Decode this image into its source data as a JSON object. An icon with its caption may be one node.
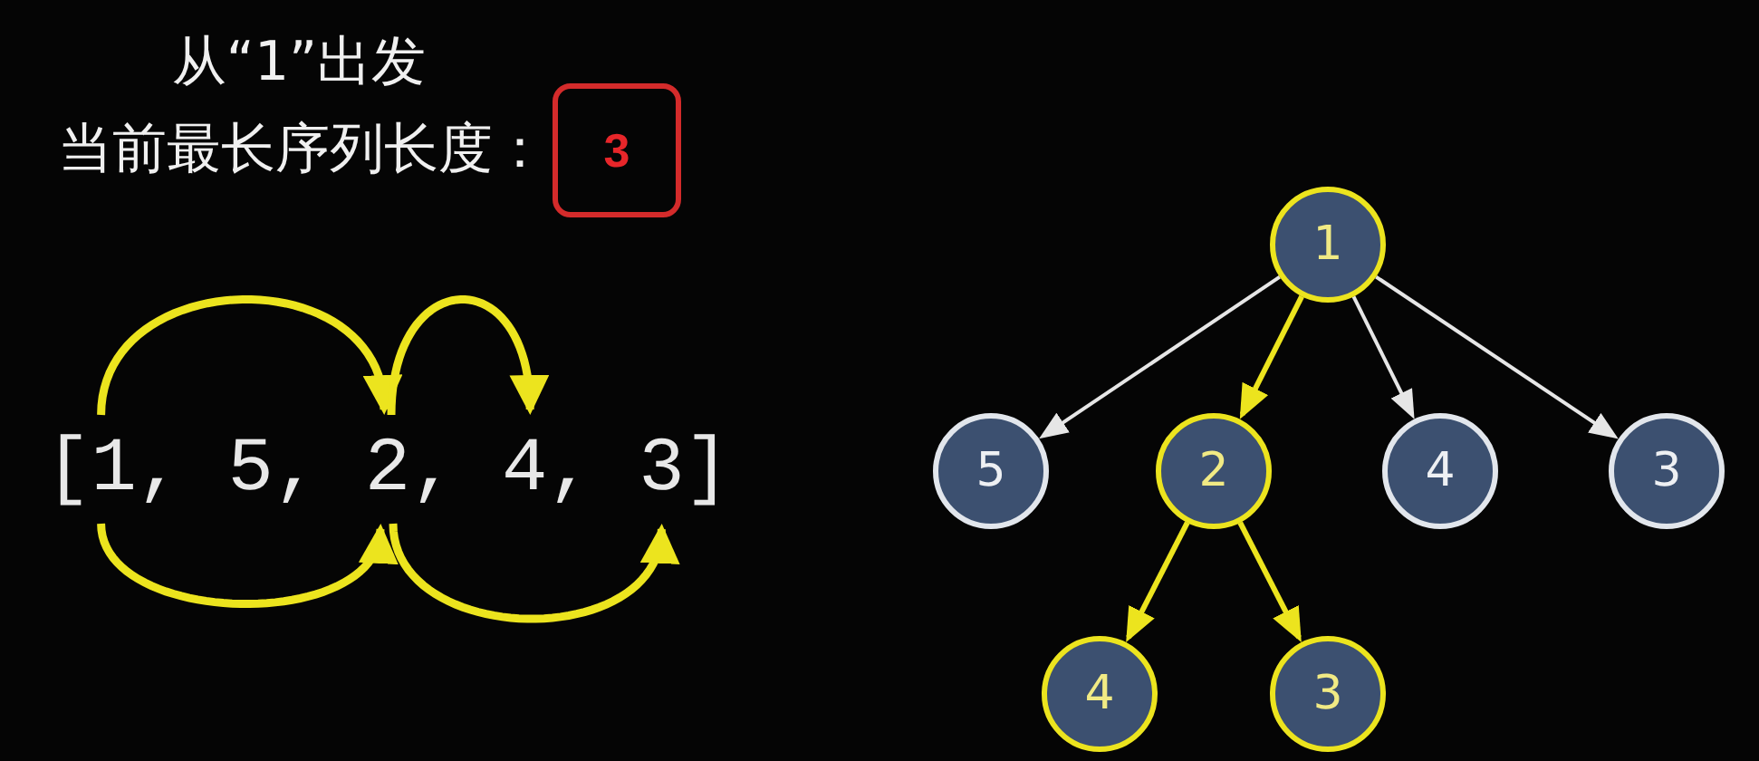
{
  "diagram": {
    "title": "从“1”出发",
    "nodes": [
      {
        "text": [
          "3"
        ],
        "beside": [
          "当前最长序列长度："
        ]
      },
      {
        "text": [
          "1"
        ]
      },
      {
        "text": [
          "5"
        ]
      },
      {
        "text": [
          "2"
        ]
      },
      {
        "text": [
          "4"
        ]
      },
      {
        "text": [
          "3"
        ]
      },
      {
        "text": [
          "1"
        ]
      },
      {
        "text": [
          "5"
        ]
      },
      {
        "text": [
          "2"
        ]
      },
      {
        "text": [
          "4"
        ]
      },
      {
        "text": [
          "3"
        ]
      },
      {
        "text": [
          "4"
        ]
      },
      {
        "text": [
          "3"
        ]
      }
    ],
    "edges": [
      {
        "from": 1,
        "to": 3,
        "arrow": "to"
      },
      {
        "from": 3,
        "to": 4,
        "arrow": "to"
      },
      {
        "from": 1,
        "to": 3,
        "arrow": "to"
      },
      {
        "from": 3,
        "to": 5,
        "arrow": "to"
      },
      {
        "from": 6,
        "to": 7,
        "arrow": "to",
        "color": "#e6e6e6"
      },
      {
        "from": 6,
        "to": 8,
        "arrow": "to"
      },
      {
        "from": 6,
        "to": 9,
        "arrow": "to",
        "color": "#e6e6e6"
      },
      {
        "from": 6,
        "to": 10,
        "arrow": "to",
        "color": "#e6e6e6"
      },
      {
        "from": 8,
        "to": 11,
        "arrow": "to"
      },
      {
        "from": 8,
        "to": 12,
        "arrow": "to"
      }
    ],
    "labels": [
      "[",
      ",",
      ",",
      ",",
      ",",
      "]"
    ]
  }
}
